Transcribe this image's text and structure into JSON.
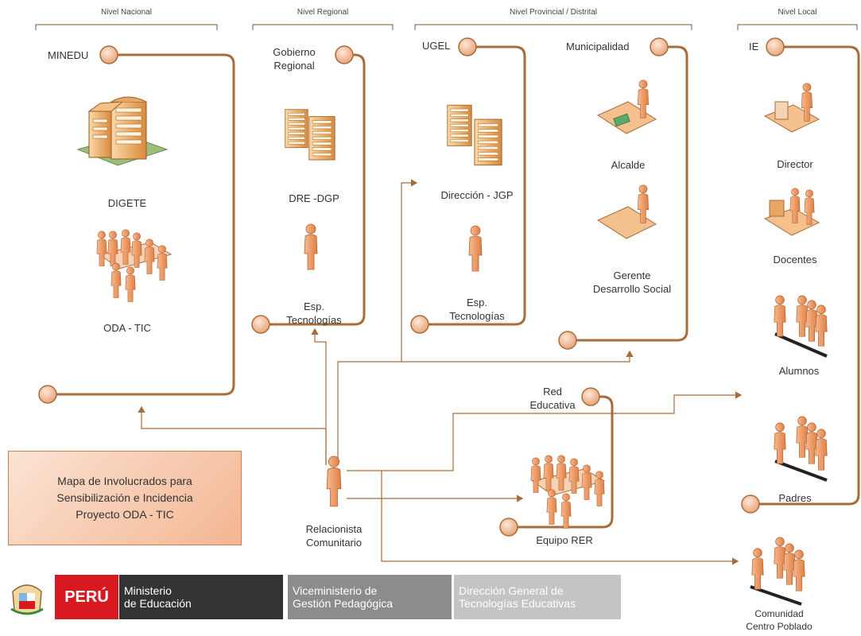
{
  "levels": {
    "nacional": "Nivel Nacional",
    "regional": "Nivel Regional",
    "provincial": "Nivel Provincial / Distrital",
    "local": "Nivel Local"
  },
  "nodes": {
    "minedu": "MINEDU",
    "digete": "DIGETE",
    "oda_tic": "ODA - TIC",
    "gobierno_regional": "Gobierno\nRegional",
    "dre_dgp": "DRE -DGP",
    "esp_tec_regional": "Esp.\nTecnologías",
    "ugel": "UGEL",
    "direccion_jgp": "Dirección - JGP",
    "esp_tec_ugel": "Esp.\nTecnologías",
    "municipalidad": "Municipalidad",
    "alcalde": "Alcalde",
    "gerente": "Gerente\nDesarrollo Social",
    "ie": "IE",
    "director": "Director",
    "docentes": "Docentes",
    "alumnos": "Alumnos",
    "padres": "Padres",
    "red_educativa": "Red\nEducativa",
    "equipo_rer": "Equipo RER",
    "relacionista": "Relacionista\nComunitario",
    "comunidad": "Comunidad\nCentro Poblado"
  },
  "note": "Mapa de Involucrados para\nSensibilización e Incidencia\nProyecto ODA - TIC",
  "footer": {
    "peru": "PERÚ",
    "ministerio": "Ministerio\nde Educación",
    "viceministerio": "Viceministerio de\nGestión Pedagógica",
    "direccion": "Dirección General de\nTecnologías Educativas"
  },
  "colors": {
    "connector": "#a86c3a",
    "circle_fill": "#f6c6a6",
    "person": "#f0a271",
    "note_border": "#c97f52",
    "peru_red": "#d91920",
    "ministerio_bar": "#333333",
    "vice_bar": "#8c8c8c",
    "direccion_bar": "#c4c4c4"
  }
}
